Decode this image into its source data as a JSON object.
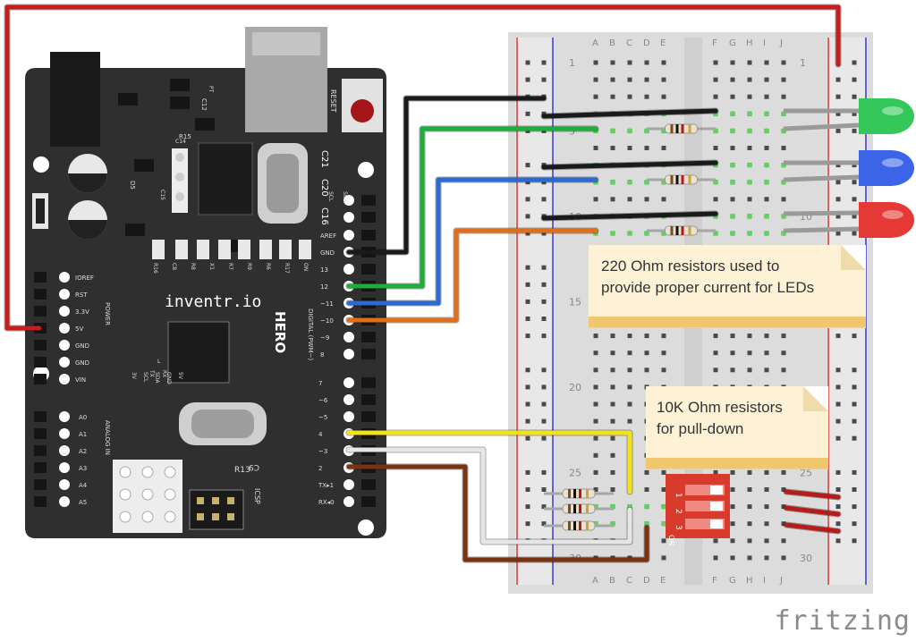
{
  "arduino": {
    "brand": "inventr.io",
    "model": "HERO",
    "reset_label": "RESET",
    "power_header_label": "POWER",
    "analog_header_label": "ANALOG IN",
    "digital_header_label": "DIGITAL (PWM~)",
    "icsp_label": "ICSP",
    "power_pins": [
      "IOREF",
      "RST",
      "3.3V",
      "5V",
      "GND",
      "GND",
      "VIN"
    ],
    "analog_pins": [
      "A0",
      "A1",
      "A2",
      "A3",
      "A4",
      "A5"
    ],
    "digital_top_pins": [
      "AREF",
      "GND",
      "13",
      "12",
      "~11",
      "~10",
      "~9",
      "8"
    ],
    "digital_bottom_pins": [
      "7",
      "~6",
      "~5",
      "4",
      "~3",
      "2",
      "TX▸1",
      "RX◂0"
    ],
    "top_header_labels": [
      "SCL",
      "SDA"
    ],
    "component_labels": [
      "C21",
      "C20",
      "C16",
      "C14",
      "C15",
      "C12",
      "R15",
      "R16",
      "C8",
      "R8",
      "X1",
      "R7",
      "R9",
      "R6",
      "R17",
      "ON",
      "L",
      "TX",
      "RX",
      "R13",
      "C9",
      "D5",
      "PT"
    ],
    "bottom_ref_labels": [
      "3V",
      "SCL",
      "SDA",
      "GND",
      "5V"
    ]
  },
  "breadboard": {
    "columns_left": [
      "A",
      "B",
      "C",
      "D",
      "E"
    ],
    "columns_right": [
      "F",
      "G",
      "H",
      "I",
      "J"
    ],
    "row_numbers": [
      "1",
      "5",
      "10",
      "15",
      "20",
      "25",
      "30"
    ]
  },
  "annotations": {
    "note_220": "220 Ohm resistors used to\nprovide proper current for LEDs",
    "note_10k": "10K Ohm resistors\nfor pull-down"
  },
  "dip_switch": {
    "labels": [
      "1",
      "2",
      "3"
    ],
    "state_label": "ON"
  },
  "leds": [
    {
      "name": "green",
      "color": "#34c759"
    },
    {
      "name": "blue",
      "color": "#3c64e6"
    },
    {
      "name": "red",
      "color": "#e53935"
    }
  ],
  "wire_colors": {
    "red": "#c41e1e",
    "black": "#1a1a1a",
    "green": "#1eae3a",
    "blue": "#2a6bd1",
    "orange": "#e06f1b",
    "yellow": "#f2e21a",
    "white": "#e6e6e6",
    "brown": "#7a3310"
  },
  "watermark": "fritzing"
}
